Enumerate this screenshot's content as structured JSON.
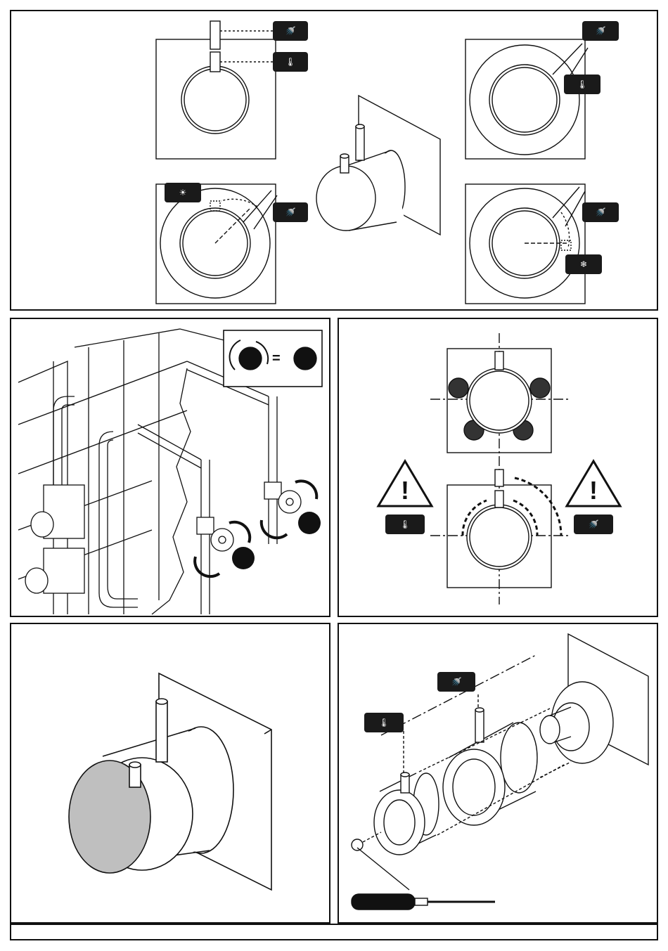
{
  "page": {
    "title": ""
  },
  "panels": [
    {
      "id": "top",
      "name": "handle-positions-panel",
      "content": "mixer handle operating positions"
    },
    {
      "id": "middle-left",
      "name": "supply-valve-panel",
      "content": "shut-off valves on supply pipes"
    },
    {
      "id": "middle-right",
      "name": "handle-rotation-panel",
      "content": "handle rotation limits with warnings"
    },
    {
      "id": "bottom-left",
      "name": "cap-removal-panel",
      "content": "mixer body with cover cap"
    },
    {
      "id": "bottom-right",
      "name": "exploded-view-panel",
      "content": "exploded assembly with screw and screwdriver"
    }
  ],
  "icons": {
    "tap": "tap-icon",
    "thermometer": "thermometer-icon",
    "sun": "sun-icon",
    "snowflake": "snowflake-icon",
    "warning": "warning-triangle-icon",
    "valve": "valve-wheel-icon",
    "screwdriver": "screwdriver-icon"
  },
  "colors": {
    "ink": "#111111",
    "badge": "#1a1a1a",
    "side_tab": "#555555",
    "cap_fill": "#bfbfbf",
    "dot_fill": "#333333"
  }
}
